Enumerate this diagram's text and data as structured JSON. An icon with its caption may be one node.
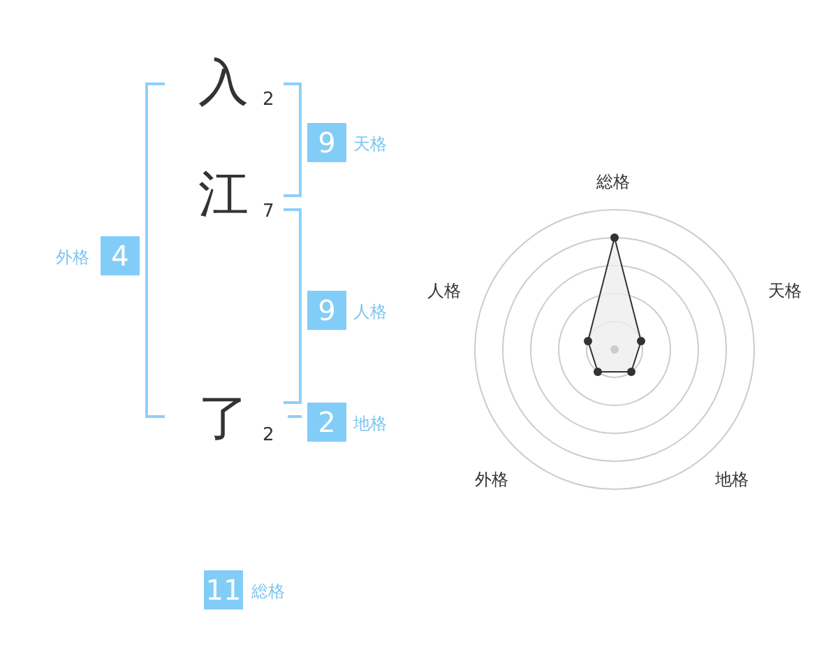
{
  "diagram": {
    "nodes": [
      {
        "text": [
          "入"
        ],
        "beside": [
          "2"
        ]
      },
      {
        "text": [
          "江"
        ],
        "beside": [
          "7"
        ]
      },
      {
        "text": [
          "了"
        ],
        "beside": [
          "2"
        ]
      },
      {
        "text": [
          "9"
        ],
        "beside": [
          "天格"
        ]
      },
      {
        "text": [
          "9"
        ],
        "beside": [
          "人格"
        ]
      },
      {
        "text": [
          "2"
        ],
        "beside": [
          "地格"
        ]
      },
      {
        "text": [
          "4"
        ],
        "beside": [
          "外格"
        ]
      },
      {
        "text": [
          "11"
        ],
        "beside": [
          "総格"
        ]
      }
    ],
    "labels": [
      "総格",
      "人格",
      "天格",
      "外格",
      "地格"
    ]
  }
}
